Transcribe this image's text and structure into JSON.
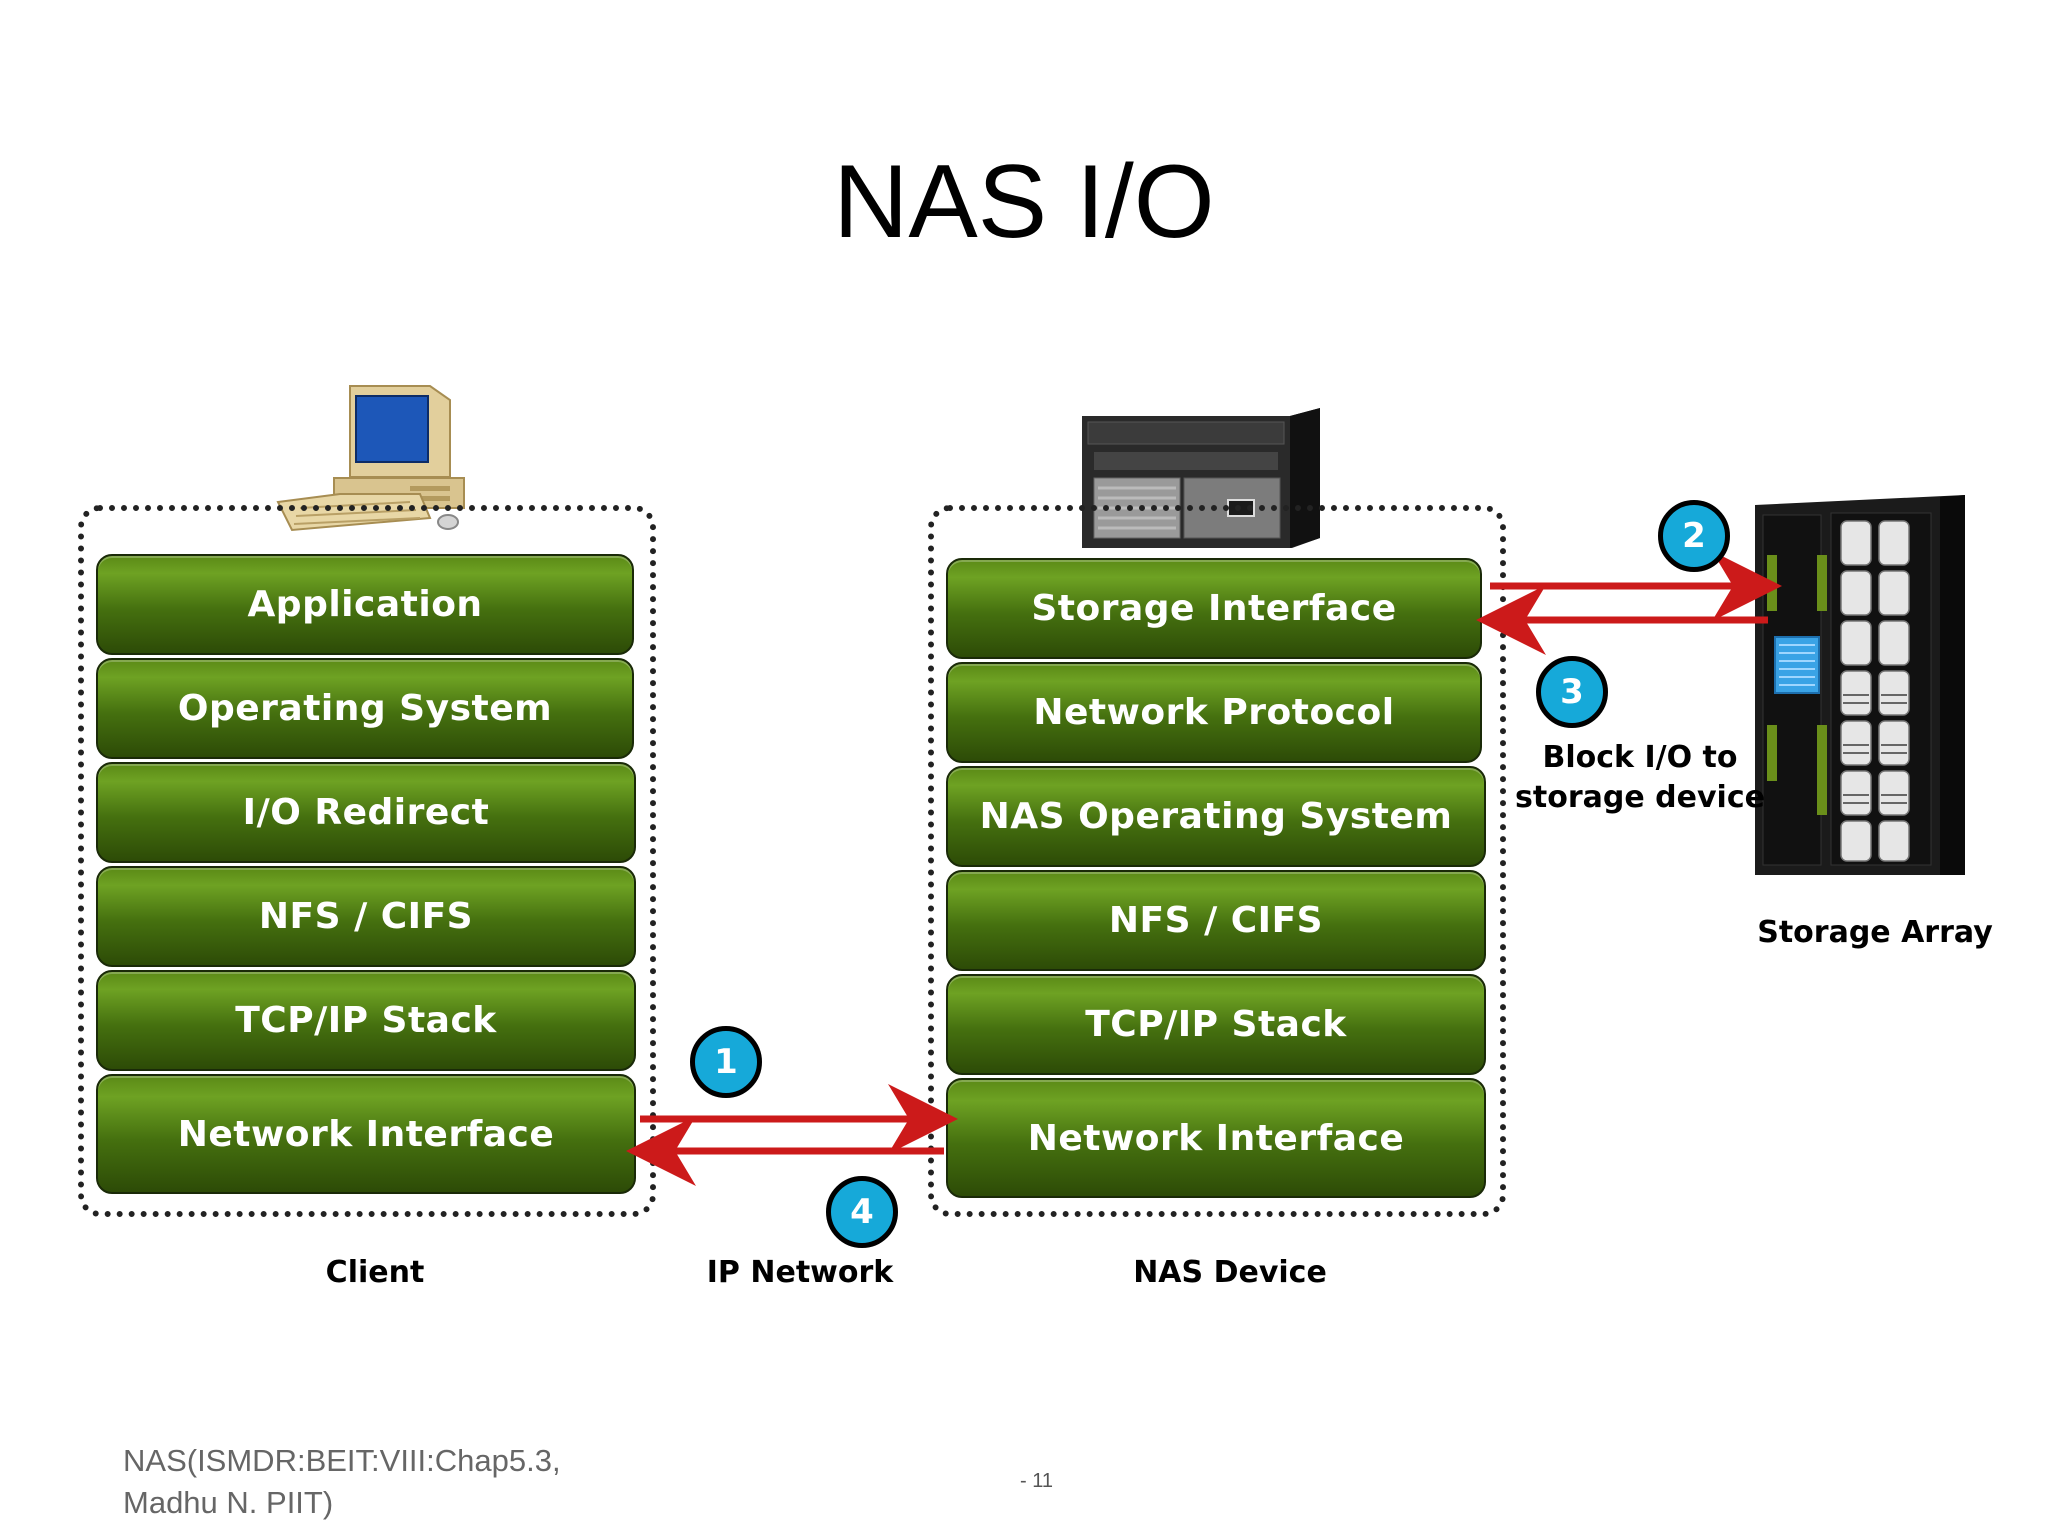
{
  "title": "NAS I/O",
  "client": {
    "label": "Client",
    "layers": [
      "Application",
      "Operating System",
      "I/O Redirect",
      "NFS / CIFS",
      "TCP/IP Stack",
      "Network Interface"
    ]
  },
  "nas_device": {
    "label": "NAS Device",
    "layers": [
      "Storage Interface",
      "Network Protocol",
      "NAS Operating System",
      "NFS / CIFS",
      "TCP/IP Stack",
      "Network Interface"
    ]
  },
  "network_label": "IP Network",
  "storage_array_label": "Storage Array",
  "block_io_label": [
    "Block I/O to",
    "storage device"
  ],
  "steps": [
    "1",
    "2",
    "3",
    "4"
  ],
  "footer": {
    "source_line1": "NAS(ISMDR:BEIT:VIII:Chap5.3,",
    "source_line2": "Madhu N. PIIT)",
    "page_number": "- 11"
  },
  "colors": {
    "layer_green": "#4f7e12",
    "arrow_red": "#cc1a1a",
    "step_blue": "#16a9d9"
  },
  "icons": [
    "desktop-computer-icon",
    "nas-server-icon",
    "storage-array-icon"
  ]
}
